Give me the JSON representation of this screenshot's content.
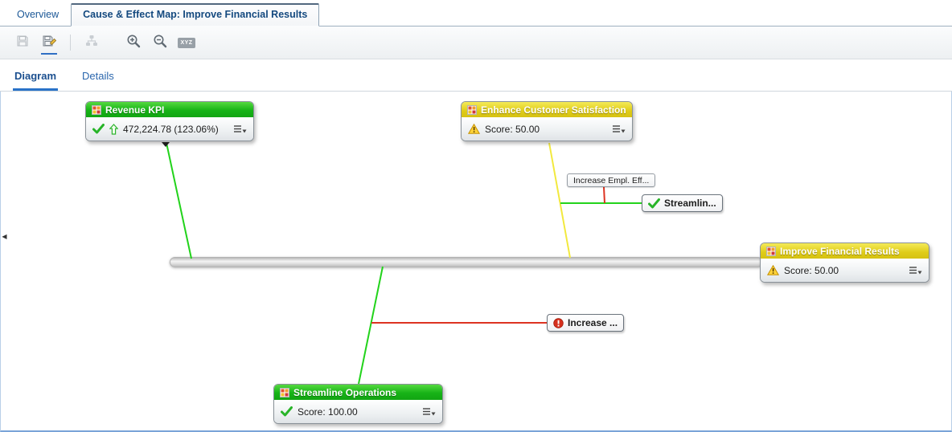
{
  "tabs": [
    {
      "label": "Overview",
      "active": false
    },
    {
      "label": "Cause & Effect Map: Improve Financial Results",
      "active": true
    }
  ],
  "toolbar": {
    "buttons": [
      "save",
      "save-layout",
      "hierarchy",
      "zoom-in",
      "zoom-out",
      "first-letters"
    ],
    "xyz_label": "XYZ"
  },
  "subtabs": [
    {
      "label": "Diagram",
      "active": true
    },
    {
      "label": "Details",
      "active": false
    }
  ],
  "diagram": {
    "nodes": {
      "revenue_kpi": {
        "title": "Revenue KPI",
        "value": "472,224.78 (123.06%)",
        "status": "ok",
        "trend": "up",
        "header_color": "#2cc42c"
      },
      "enhance_customer_satisfaction": {
        "title": "Enhance Customer Satisfaction",
        "value": "Score: 50.00",
        "status": "warning",
        "header_color": "#e3d62e"
      },
      "improve_financial_results": {
        "title": "Improve Financial Results",
        "value": "Score: 50.00",
        "status": "warning",
        "header_color": "#e3d62e"
      },
      "streamline_operations": {
        "title": "Streamline Operations",
        "value": "Score: 100.00",
        "status": "ok",
        "header_color": "#2cc42c"
      },
      "increase_empl_eff": {
        "label": "Increase Empl. Eff..."
      },
      "streamlin": {
        "label": "Streamlin...",
        "status": "ok"
      },
      "increase": {
        "label": "Increase ...",
        "status": "error"
      }
    },
    "connector_colors": {
      "positive": "#22d31b",
      "negative": "#dd3322",
      "neutral": "#f2e93e"
    }
  }
}
